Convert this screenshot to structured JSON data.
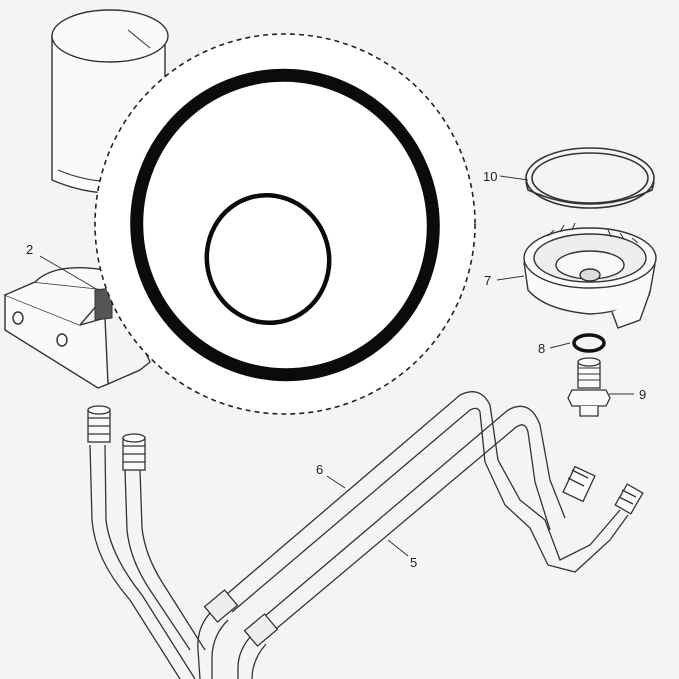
{
  "callouts": {
    "c2": "2",
    "c5": "5",
    "c6": "6",
    "c7": "7",
    "c8": "8",
    "c9": "9",
    "c10": "10"
  },
  "colors": {
    "background": "#f4f4f4",
    "line": "#333333",
    "ring": "#0b0b0b",
    "detail_bg": "#ffffff"
  }
}
